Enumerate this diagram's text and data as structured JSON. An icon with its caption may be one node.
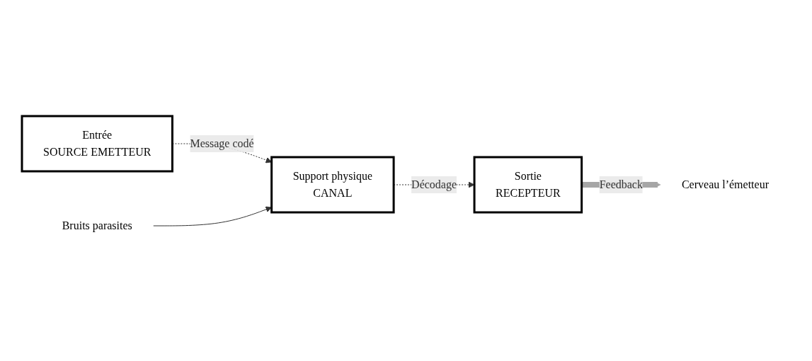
{
  "diagram": {
    "nodes": [
      {
        "text": [
          "Entrée",
          "SOURCE EMETTEUR"
        ]
      },
      {
        "text": [
          "Support physique",
          "CANAL"
        ]
      },
      {
        "text": [
          "Sortie",
          "RECEPTEUR"
        ]
      },
      {
        "text": [
          "Bruits parasites"
        ]
      },
      {
        "text": [
          "Cerveau l’émetteur"
        ]
      }
    ],
    "edges": [
      {
        "from": 0,
        "to": 1,
        "arrow": "to",
        "label": "Message codé",
        "style": "dashed"
      },
      {
        "from": 1,
        "to": 2,
        "arrow": "to",
        "label": "Décodage",
        "style": "dashed"
      },
      {
        "from": 3,
        "to": 1,
        "arrow": "to"
      },
      {
        "from": 2,
        "to": 4,
        "arrow": "to",
        "label": "Feedback",
        "style": "thick",
        "color": "#a6a6a6"
      }
    ]
  }
}
